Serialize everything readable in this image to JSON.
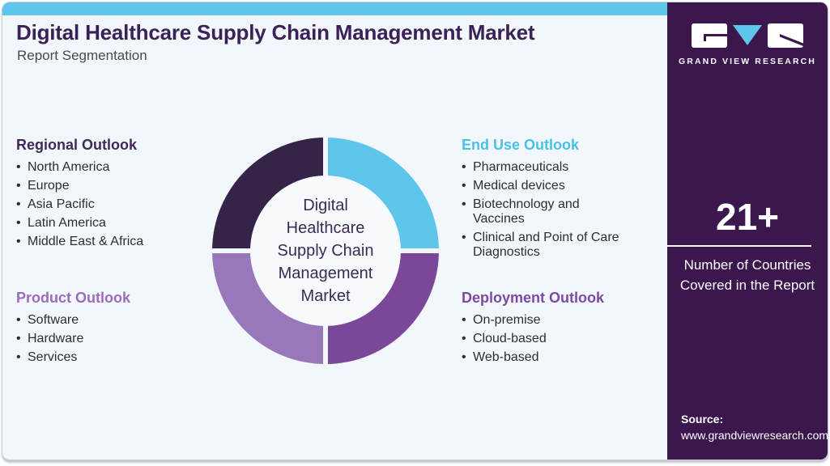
{
  "header": {
    "title": "Digital Healthcare Supply Chain Management Market",
    "subtitle": "Report Segmentation"
  },
  "ui": {
    "bullet": "•"
  },
  "colors": {
    "accent_blue": "#5EC6EB",
    "sidebar_purple": "#3B174E",
    "title_purple": "#3A2258"
  },
  "segments": {
    "regional": {
      "title": "Regional Outlook",
      "color": "#3D2A5A",
      "items": [
        "North America",
        "Europe",
        "Asia Pacific",
        "Latin America",
        "Middle East & Africa"
      ]
    },
    "product": {
      "title": "Product Outlook",
      "color": "#9B6CBB",
      "items": [
        "Software",
        "Hardware",
        "Services"
      ]
    },
    "end_use": {
      "title": "End Use Outlook",
      "color": "#4BBFE8",
      "items": [
        "Pharmaceuticals",
        "Medical devices",
        "Biotechnology and Vaccines",
        "Clinical and Point of Care Diagnostics"
      ]
    },
    "deployment": {
      "title": "Deployment Outlook",
      "color": "#7C4AA0",
      "items": [
        "On-premise",
        "Cloud-based",
        "Web-based"
      ]
    }
  },
  "chart_data": {
    "type": "pie",
    "style": "donut",
    "title": "Digital Healthcare Supply Chain Management Market",
    "center_label_lines": [
      "Digital",
      "Healthcare",
      "Supply Chain",
      "Management",
      "Market"
    ],
    "legend_position": "none",
    "slices": [
      {
        "label": "End Use Outlook",
        "value": 25,
        "color": "#5EC6EB"
      },
      {
        "label": "Deployment Outlook",
        "value": 25,
        "color": "#7B4899"
      },
      {
        "label": "Product Outlook",
        "value": 25,
        "color": "#9878B8"
      },
      {
        "label": "Regional Outlook",
        "value": 25,
        "color": "#362348"
      }
    ]
  },
  "sidebar": {
    "logo_wordmark": "GRAND VIEW RESEARCH",
    "stat_value": "21+",
    "stat_label": "Number of Countries Covered in the Report",
    "source_label": "Source:",
    "source_url": "www.grandviewresearch.com"
  }
}
